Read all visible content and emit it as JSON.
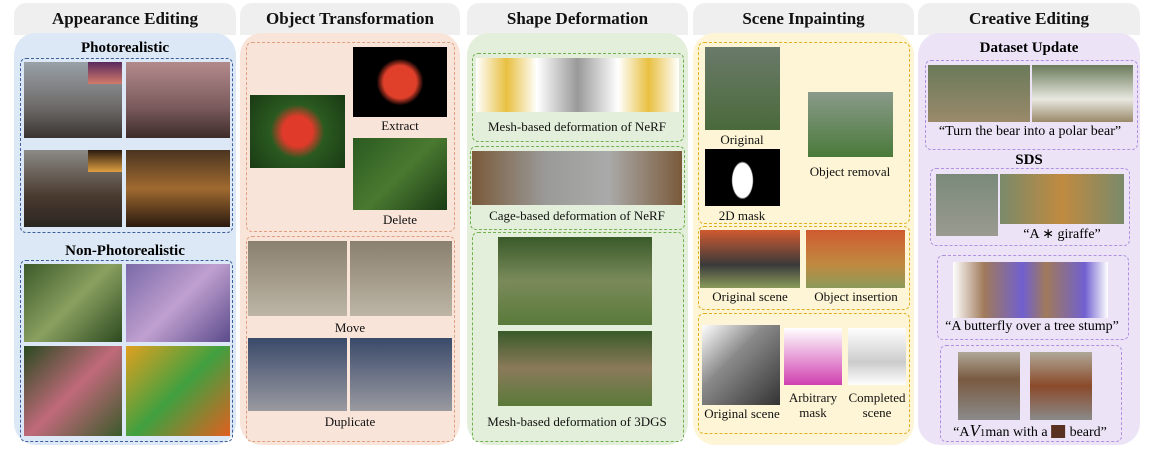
{
  "columns": [
    {
      "title": "Appearance Editing",
      "sections": [
        "Photorealistic",
        "Non-Photorealistic"
      ]
    },
    {
      "title": "Object Transformation",
      "labels": [
        "Extract",
        "Delete",
        "Move",
        "Duplicate"
      ]
    },
    {
      "title": "Shape Deformation",
      "labels": [
        "Mesh-based deformation of NeRF",
        "Cage-based deformation of NeRF",
        "Mesh-based deformation of 3DGS"
      ]
    },
    {
      "title": "Scene Inpainting",
      "labels": [
        "Original",
        "2D mask",
        "Object removal",
        "Original scene",
        "Object insertion",
        "Original scene",
        "Arbitrary mask",
        "Completed scene"
      ]
    },
    {
      "title": "Creative Editing",
      "sections": [
        "Dataset Update",
        "SDS"
      ],
      "captions": [
        "“Turn the bear into a polar bear”",
        "“A ∗ giraffe”",
        "“A butterfly over a tree stump”",
        "“A ",
        "V",
        "1",
        " man with a ",
        "beard”"
      ]
    }
  ],
  "colors": {
    "blue": "#dce8f5",
    "orange": "#f9e4d9",
    "green": "#e3efda",
    "yellow": "#fdf5d5",
    "purple": "#ece4f6",
    "tab": "#efefef"
  }
}
